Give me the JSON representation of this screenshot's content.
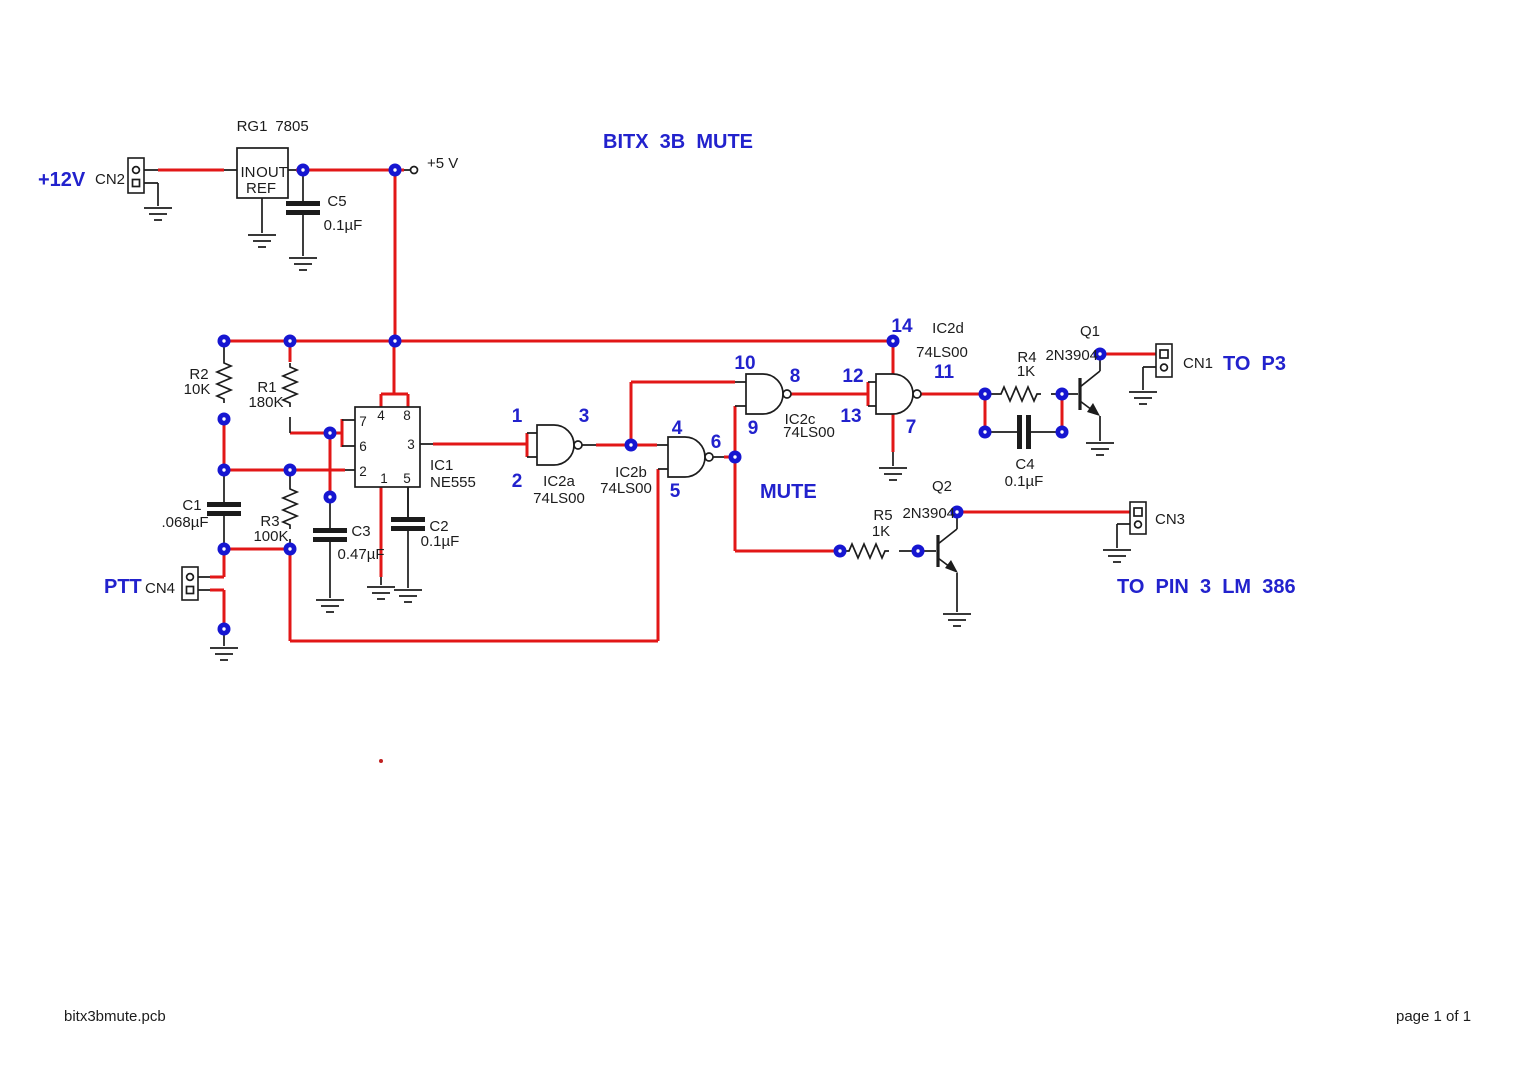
{
  "title": "BITX  3B  MUTE",
  "footer": {
    "filename": "bitx3bmute.pcb",
    "page": "page 1 of 1"
  },
  "colors": {
    "wire_red": "#e21717",
    "junction_blue": "#1616d1",
    "label_blue": "#2222cd",
    "line_black": "#1c1c1c",
    "background": "#ffffff"
  },
  "power": {
    "v12": "+12V",
    "v5": "+5 V"
  },
  "net_labels": {
    "ptt": "PTT",
    "mute": "MUTE",
    "to_p3": "TO  P3",
    "to_lm386": "TO  PIN  3  LM  386"
  },
  "regulator": {
    "refdes": "RG1",
    "part": "7805",
    "pin_in": "IN",
    "pin_out": "OUT",
    "pin_ref": "REF"
  },
  "connectors": {
    "cn1": "CN1",
    "cn2": "CN2",
    "cn3": "CN3",
    "cn4": "CN4"
  },
  "resistors": {
    "r1": {
      "refdes": "R1",
      "value": "180K"
    },
    "r2": {
      "refdes": "R2",
      "value": "10K"
    },
    "r3": {
      "refdes": "R3",
      "value": "100K"
    },
    "r4": {
      "refdes": "R4",
      "value": "1K"
    },
    "r5": {
      "refdes": "R5",
      "value": "1K"
    }
  },
  "capacitors": {
    "c1": {
      "refdes": "C1",
      "value": ".068µF"
    },
    "c2": {
      "refdes": "C2",
      "value": "0.1µF"
    },
    "c3": {
      "refdes": "C3",
      "value": "0.47µF"
    },
    "c4": {
      "refdes": "C4",
      "value": "0.1µF"
    },
    "c5": {
      "refdes": "C5",
      "value": "0.1µF"
    }
  },
  "transistors": {
    "q1": {
      "refdes": "Q1",
      "part": "2N3904"
    },
    "q2": {
      "refdes": "Q2",
      "part": "2N3904"
    }
  },
  "ic1": {
    "refdes": "IC1",
    "part": "NE555",
    "pin1": "1",
    "pin2": "2",
    "pin3": "3",
    "pin4": "4",
    "pin5": "5",
    "pin6": "6",
    "pin7": "7",
    "pin8": "8"
  },
  "gates": {
    "ic2a": {
      "refdes": "IC2a",
      "part": "74LS00",
      "in1": "1",
      "in2": "2",
      "out": "3"
    },
    "ic2b": {
      "refdes": "IC2b",
      "part": "74LS00",
      "in1": "4",
      "in2": "5",
      "out": "6"
    },
    "ic2c": {
      "refdes": "IC2c",
      "part": "74LS00",
      "in1": "10",
      "in2": "9",
      "out": "8"
    },
    "ic2d": {
      "refdes": "IC2d",
      "part": "74LS00",
      "in1": "12",
      "in2": "13",
      "out": "11",
      "vcc": "14",
      "gnd": "7"
    }
  }
}
